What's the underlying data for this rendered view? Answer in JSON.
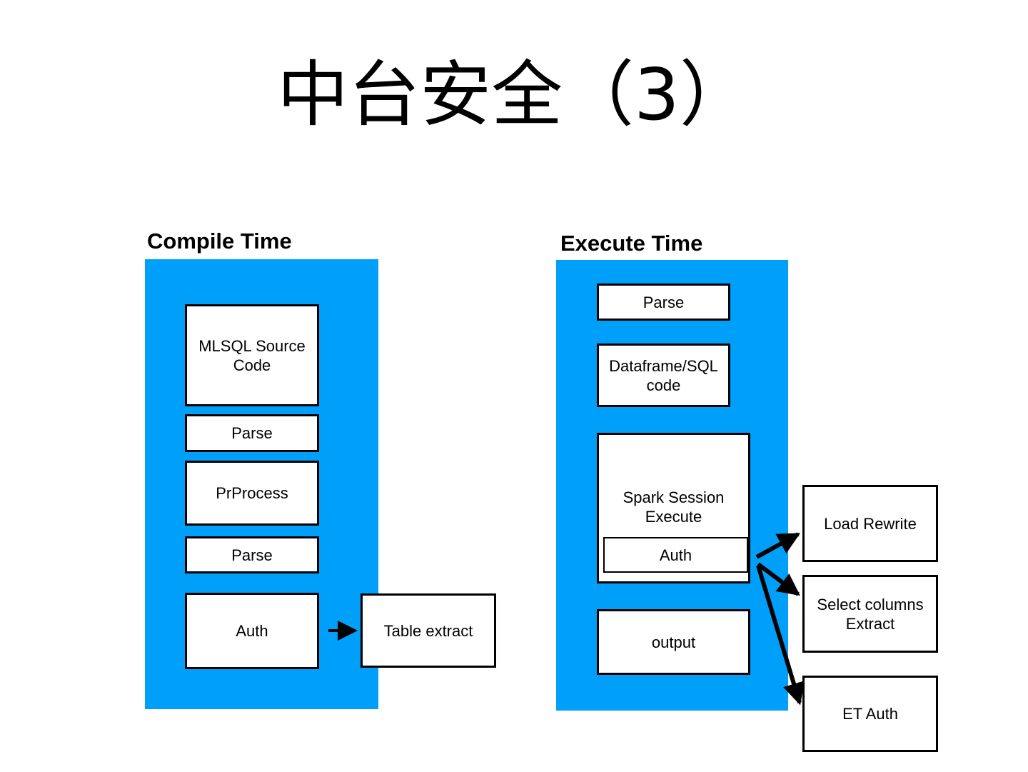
{
  "slide": {
    "title": "中台安全（3）",
    "background": "#ffffff",
    "accent_blue": "#00A0FA",
    "border_color": "#000000"
  },
  "columns": [
    {
      "id": "compile",
      "header": "Compile Time",
      "nodes": [
        {
          "id": "mlsql",
          "label": "MLSQL Source Code"
        },
        {
          "id": "parse_1",
          "label": "Parse"
        },
        {
          "id": "prprocess",
          "label": "PrProcess"
        },
        {
          "id": "parse_2",
          "label": "Parse"
        },
        {
          "id": "auth",
          "label": "Auth"
        }
      ],
      "external_nodes": [
        {
          "id": "table_extract",
          "label": "Table extract"
        }
      ]
    },
    {
      "id": "execute",
      "header": "Execute Time",
      "nodes": [
        {
          "id": "parse_3",
          "label": "Parse"
        },
        {
          "id": "dataframe",
          "label": "Dataframe/SQL code"
        },
        {
          "id": "spark",
          "label": "Spark Session Execute",
          "inner": {
            "id": "spark_auth",
            "label": "Auth"
          }
        },
        {
          "id": "output",
          "label": "output"
        }
      ],
      "external_nodes": [
        {
          "id": "load_rewrite",
          "label": "Load Rewrite"
        },
        {
          "id": "select_columns",
          "label": "Select columns Extract"
        },
        {
          "id": "et_auth",
          "label": "ET Auth"
        }
      ]
    }
  ],
  "arrows": [
    {
      "id": "auth-to-table-extract",
      "from": "auth",
      "to": "table_extract"
    },
    {
      "id": "spark-auth-to-load-rewrite",
      "from": "spark_auth",
      "to": "load_rewrite"
    },
    {
      "id": "spark-auth-to-select-columns",
      "from": "spark_auth",
      "to": "select_columns"
    },
    {
      "id": "spark-auth-to-et-auth",
      "from": "spark_auth",
      "to": "et_auth"
    }
  ]
}
